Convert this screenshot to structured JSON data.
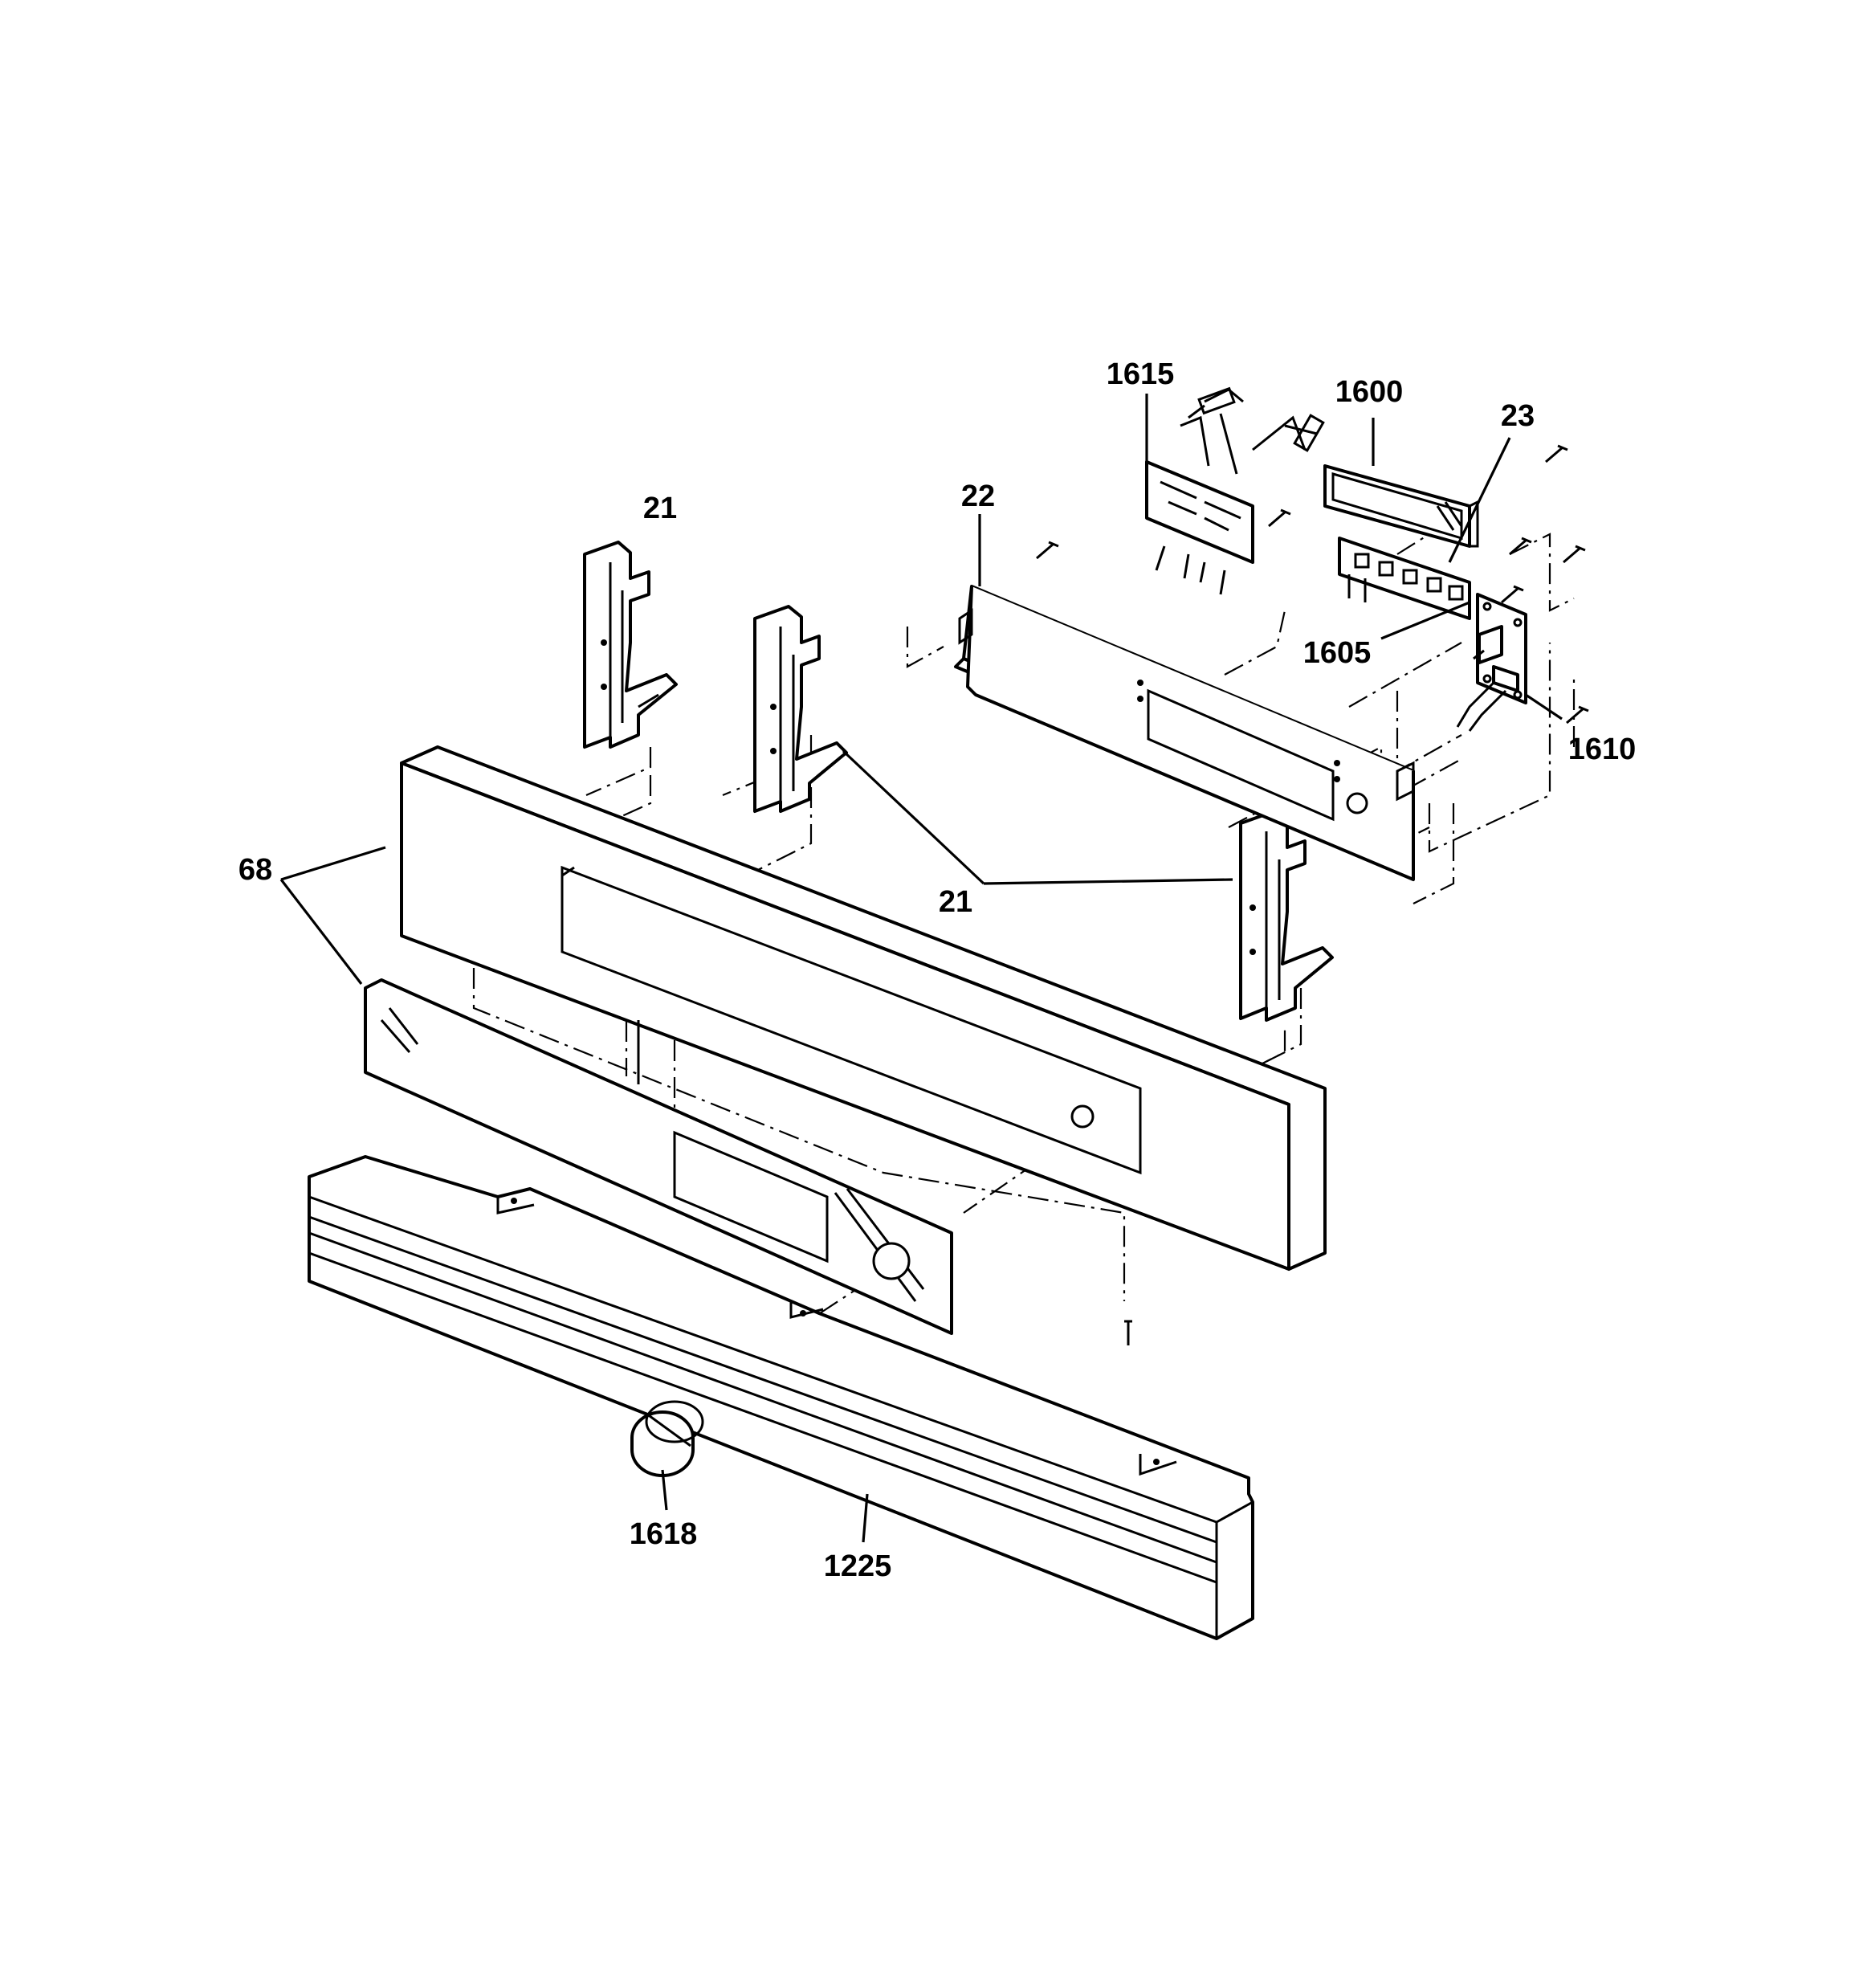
{
  "callouts": {
    "c1615": "1615",
    "c1600": "1600",
    "c23": "23",
    "c21_top": "21",
    "c22": "22",
    "c1605": "1605",
    "c1610": "1610",
    "c68": "68",
    "c21_mid": "21",
    "c1618": "1618",
    "c1225": "1225"
  },
  "parts": [
    {
      "callout": "21",
      "name": "bracket"
    },
    {
      "callout": "22",
      "name": "back-panel"
    },
    {
      "callout": "23",
      "name": "screw"
    },
    {
      "callout": "68",
      "name": "control-panel-and-glass"
    },
    {
      "callout": "1225",
      "name": "vent-grille-trim"
    },
    {
      "callout": "1600",
      "name": "display-board"
    },
    {
      "callout": "1605",
      "name": "keypad-board"
    },
    {
      "callout": "1610",
      "name": "encoder-board"
    },
    {
      "callout": "1615",
      "name": "wire-harness-board"
    },
    {
      "callout": "1618",
      "name": "knob"
    }
  ]
}
